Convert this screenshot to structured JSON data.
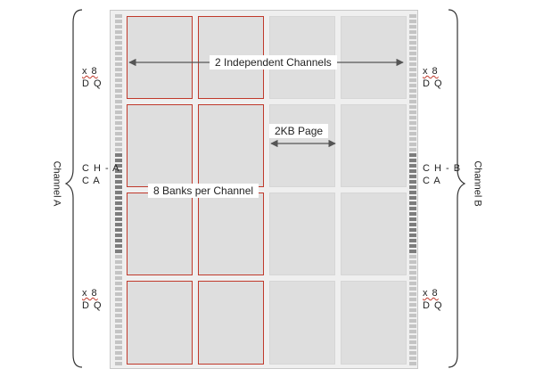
{
  "labels": {
    "independent_channels": "2 Independent Channels",
    "page_size": "2KB Page",
    "banks_per_channel": "8 Banks per Channel",
    "channel_a": "Channel A",
    "channel_b": "Channel B",
    "dq_width": "x 8",
    "dq_name": "D Q",
    "ch_a_name": "C H - A",
    "ch_b_name": "C H - B",
    "ca_name": "C A"
  },
  "colors": {
    "channel_a_bank_border": "#c0392b",
    "bank_fill": "#dedede",
    "pin_light": "#c4c4c4",
    "pin_dark": "#7d7d7d"
  }
}
